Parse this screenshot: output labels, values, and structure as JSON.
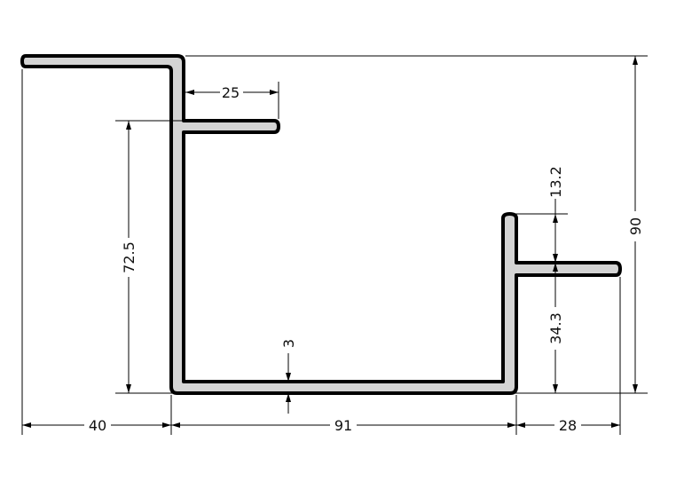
{
  "drawing": {
    "title": "Profile cross-section dimensions",
    "colors": {
      "profile_fill": "#d4d4d4",
      "outline": "#000000",
      "text": "#111111"
    },
    "dimensions": {
      "top_flange_offset": "25",
      "left_height": "72.5",
      "thickness": "3",
      "total_height": "90",
      "right_upper": "13.2",
      "right_lower": "34.3",
      "left_width": "40",
      "base_width": "91",
      "right_width": "28"
    }
  }
}
